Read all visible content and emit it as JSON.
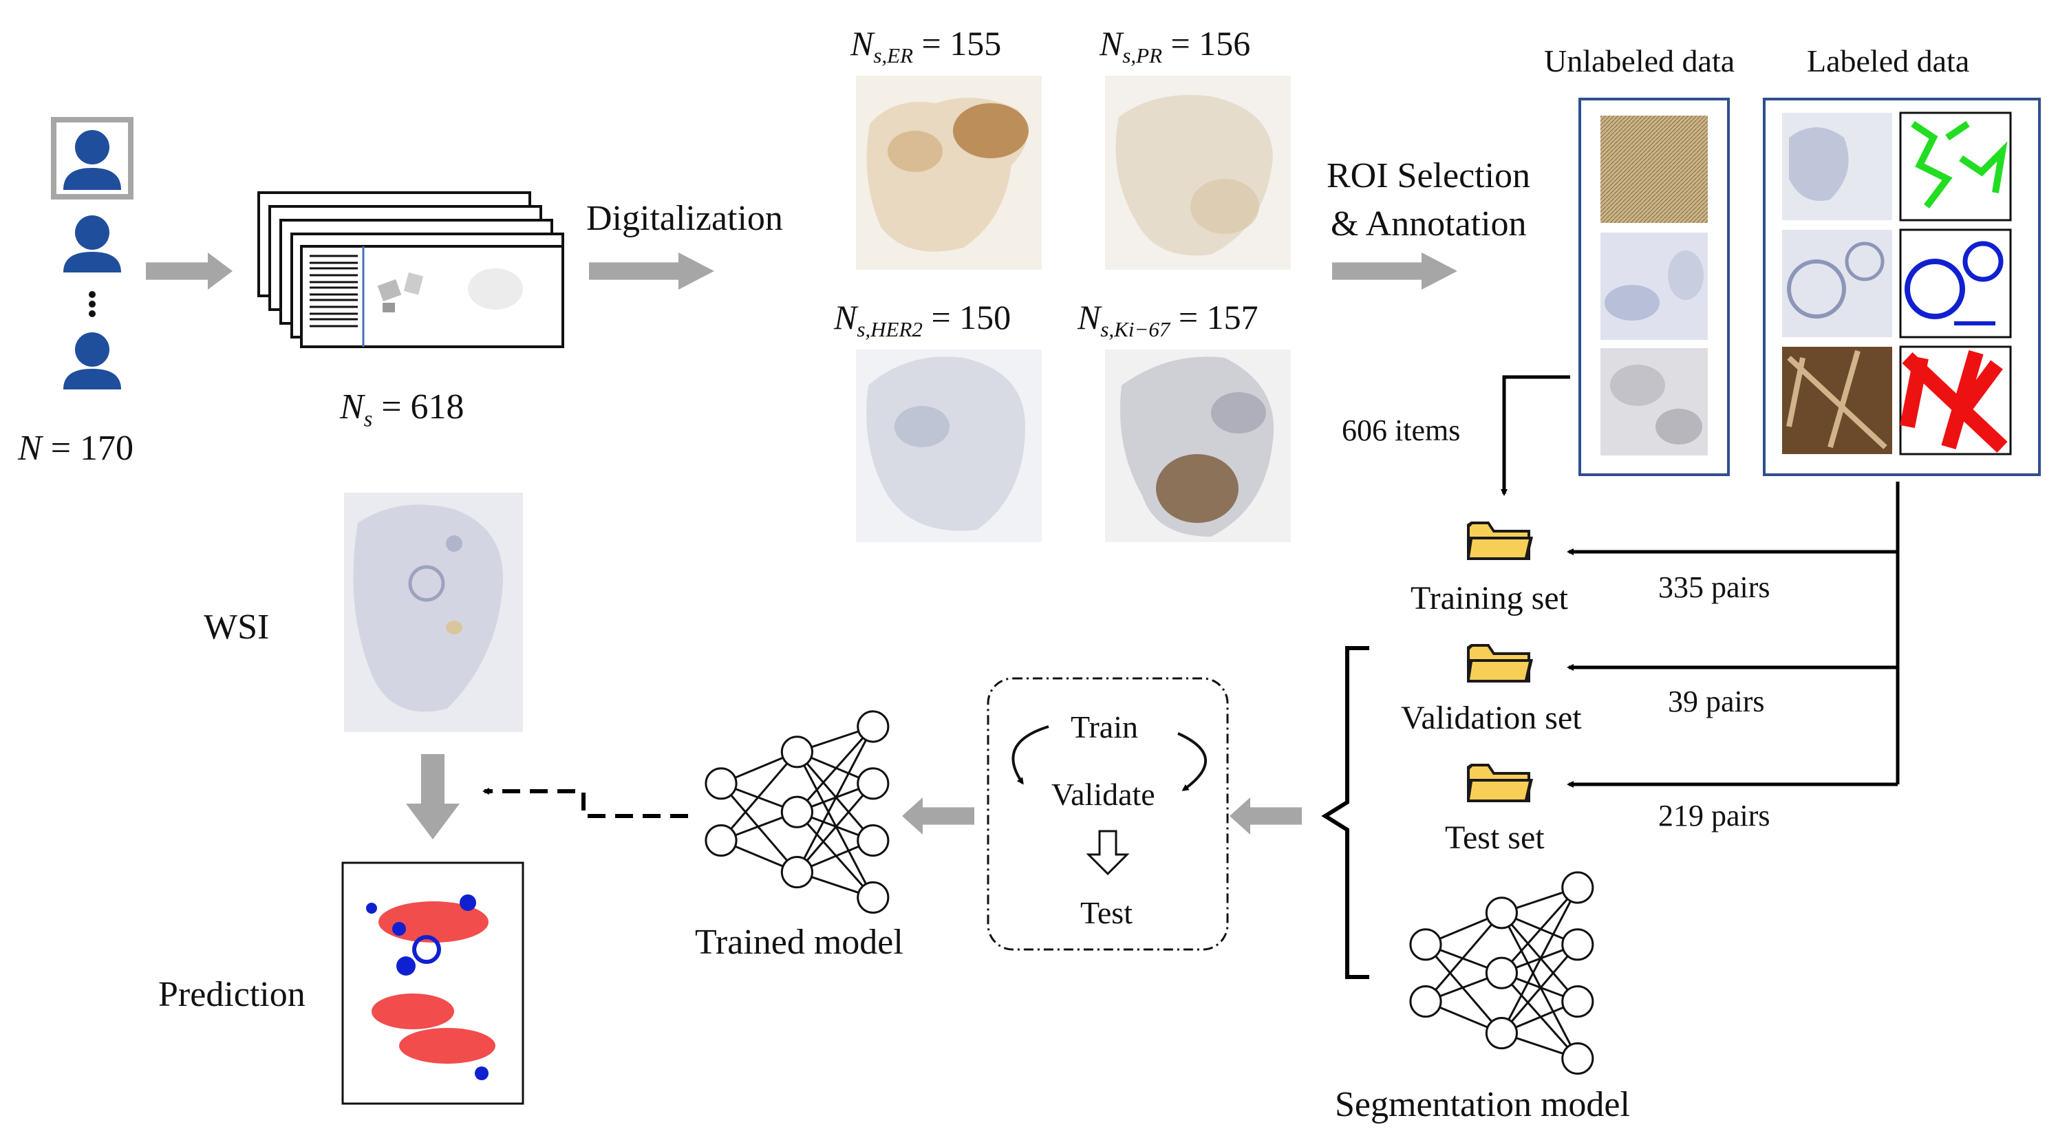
{
  "participants": {
    "n_symbol": "N",
    "n_value": "= 170"
  },
  "slides": {
    "ns_symbol": "N",
    "ns_sub": "s",
    "ns_value": "= 618"
  },
  "steps": {
    "digitalization": "Digitalization",
    "roi_line1": "ROI Selection",
    "roi_line2": "& Annotation"
  },
  "stains": [
    {
      "symbol": "N",
      "sub": "s,ER",
      "value": "= 155"
    },
    {
      "symbol": "N",
      "sub": "s,PR",
      "value": "= 156"
    },
    {
      "symbol": "N",
      "sub": "s,HER2",
      "value": "= 150"
    },
    {
      "symbol": "N",
      "sub": "s,Ki−67",
      "value": "= 157"
    }
  ],
  "data_panels": {
    "unlabeled": "Unlabeled data",
    "labeled": "Labeled data"
  },
  "split": {
    "items_label": "606 items",
    "sets": [
      {
        "label": "Training set",
        "pairs": "335 pairs"
      },
      {
        "label": "Validation set",
        "pairs": "39 pairs"
      },
      {
        "label": "Test set",
        "pairs": "219 pairs"
      }
    ]
  },
  "training_loop": {
    "train": "Train",
    "validate": "Validate",
    "test": "Test"
  },
  "models": {
    "segmentation": "Segmentation model",
    "trained": "Trained model"
  },
  "outputs": {
    "wsi": "WSI",
    "prediction": "Prediction"
  },
  "colors": {
    "person_blue": "#1f4e9c",
    "arrow_gray": "#a6a6a6",
    "folder_yellow": "#f7cf57",
    "panel_border": "#2f4f8f",
    "mask_green": "#22dd22",
    "mask_blue": "#1020d0",
    "mask_red": "#ee1111"
  }
}
